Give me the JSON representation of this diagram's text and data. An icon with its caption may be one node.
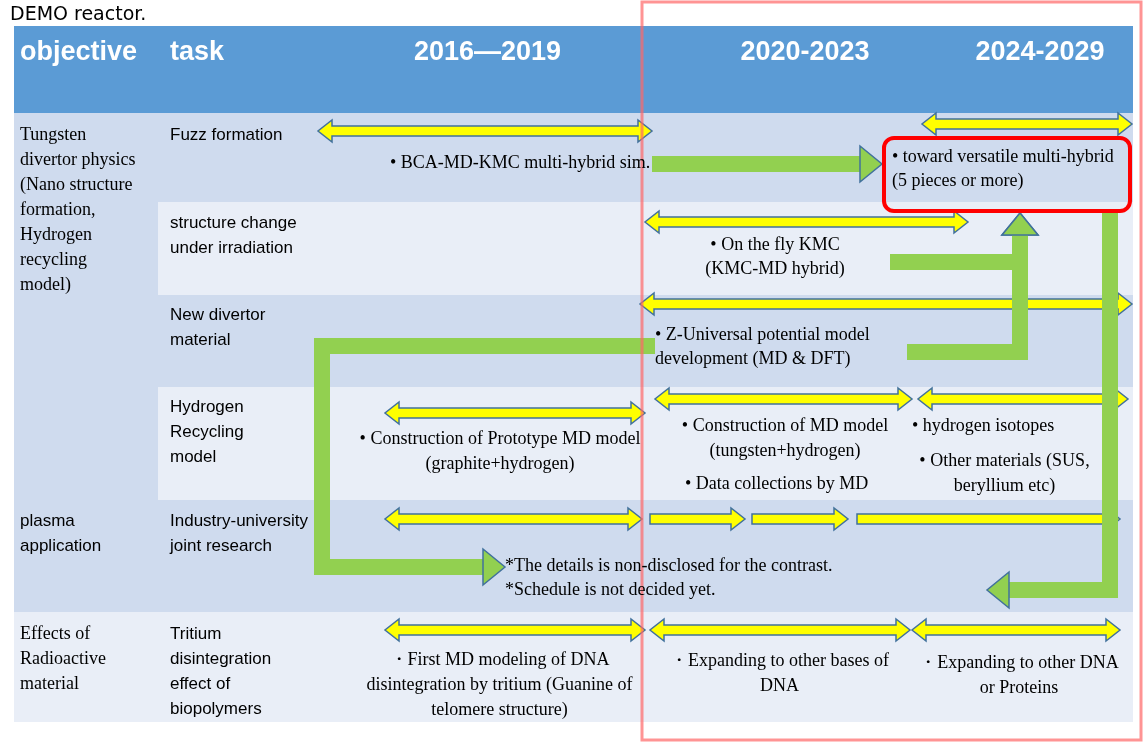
{
  "diagram": {
    "nodes": [
      {
        "text": [
          "• BCA-MD-KMC multi-hybrid sim."
        ]
      },
      {
        "text": [
          "• toward versatile multi-hybrid (5 pieces or more)"
        ]
      },
      {
        "text": [
          "• On the fly KMC (KMC-MD hybrid)"
        ]
      },
      {
        "text": [
          "• Z-Universal potential model development (MD & DFT)"
        ]
      },
      {
        "text": [
          "*The details is non-disclosed for the contrast.",
          "*Schedule is not decided yet."
        ]
      }
    ],
    "edges": [
      {
        "from": 0,
        "to": 1,
        "arrow": "to"
      },
      {
        "from": 2,
        "to": 1,
        "arrow": "to"
      },
      {
        "from": 3,
        "to": 1,
        "arrow": "to"
      },
      {
        "from": 3,
        "to": 4,
        "arrow": "to"
      },
      {
        "from": 1,
        "to": 4,
        "arrow": "to"
      }
    ],
    "labels": [
      "DEMO reactor.",
      "objective",
      "task",
      "2016—2019",
      "2020-2023",
      "2024-2029",
      "Tungsten divertor physics (Nano structure formation, Hydrogen recycling model)",
      "Fuzz formation",
      "structure change under irradiation",
      "New divertor material",
      "Hydrogen Recycling model",
      "• Construction of Prototype MD model (graphite+hydrogen)",
      "• Construction of MD model (tungsten+hydrogen)",
      "• Data collections by MD",
      "• hydrogen isotopes",
      "• Other materials (SUS, beryllium etc)",
      "plasma application",
      "Industry-university joint research",
      "Effects of Radioactive material",
      "Tritium disintegration effect of biopolymers",
      "・First MD modeling of DNA disintegration by tritium (Guanine of telomere structure)",
      "・Expanding to other bases of DNA",
      "・Expanding to other DNA or Proteins"
    ]
  }
}
